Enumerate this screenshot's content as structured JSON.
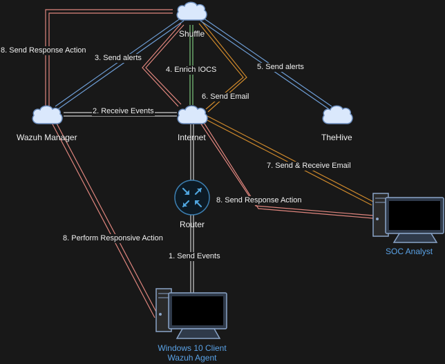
{
  "nodes": {
    "shuffle": "Shuffle",
    "wazuh_manager": "Wazuh Manager",
    "internet": "Internet",
    "thehive": "TheHive",
    "router": "Router",
    "soc_analyst": "SOC Analyst",
    "client_line1": "Windows 10 Client",
    "client_line2": "Wazuh Agent"
  },
  "edges": {
    "send_response_action_top": "8. Send Response Action",
    "send_alerts_manager": "3. Send alerts",
    "enrich_iocs": "4. Enrich IOCS",
    "send_alerts_hive": "5. Send alerts",
    "send_email": "6. Send Email",
    "receive_events": "2. Receive Events",
    "send_receive_email": "7. Send & Receive Email",
    "send_response_action_soc": "8. Send Response Action",
    "perform_responsive_action": "8. Perform Responsive Action",
    "send_events": "1. Send Events"
  },
  "colors": {
    "background": "#181818",
    "red_link": "#e0867e",
    "blue_link": "#6f9fd8",
    "orange_link": "#d08a2c",
    "green_link": "#7ec87e",
    "gray_link": "#cfcfcf",
    "cloud": "#dae8fc",
    "label_blue": "#5aa2e6"
  }
}
